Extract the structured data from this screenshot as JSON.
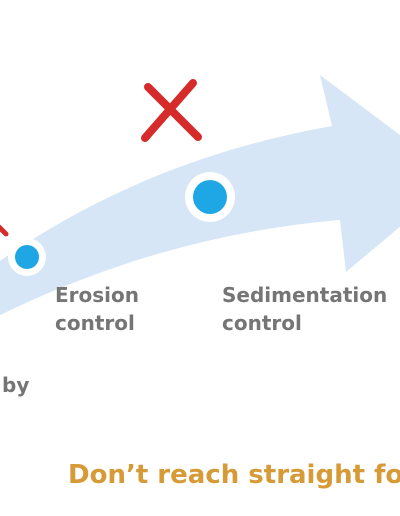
{
  "colors": {
    "arrow_fill": "#d6e6f6",
    "dot_fill": "#1ea7e4",
    "dot_ring": "#ffffff",
    "cross": "#d62b2b",
    "label_text": "#757575",
    "caption_text": "#d69a36"
  },
  "icons": {
    "cross": "cross-icon",
    "step_marker": "dot-icon"
  },
  "steps": [
    {
      "line1": "Erosion",
      "line2": "control"
    },
    {
      "line1": "Sedimentation",
      "line2": "control"
    }
  ],
  "partial_label": "by",
  "caption": "Don’t reach straight for"
}
